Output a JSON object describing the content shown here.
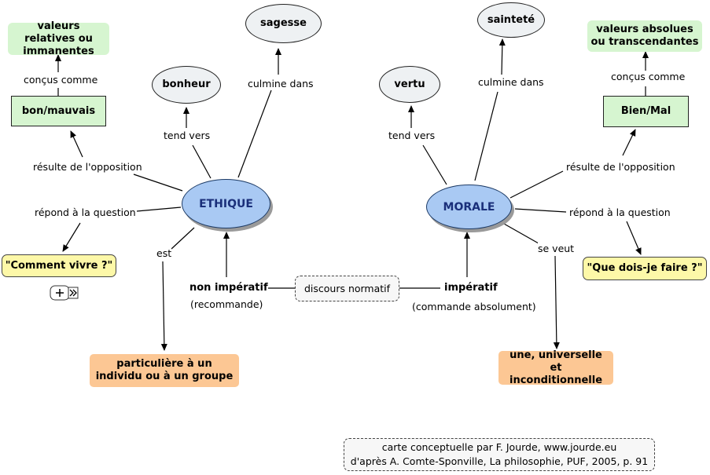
{
  "nodes": {
    "ethique": "ETHIQUE",
    "morale": "MORALE",
    "bonheur": "bonheur",
    "sagesse": "sagesse",
    "vertu": "vertu",
    "saintete": "sainteté",
    "valeurs_relatives": "valeurs relatives ou immanentes",
    "bon_mauvais": "bon/mauvais",
    "valeurs_absolues": "valeurs absolues ou transcendantes",
    "bien_mal": "Bien/Mal",
    "comment_vivre": "\"Comment vivre ?\"",
    "que_dois_je": "\"Que dois-je faire ?\"",
    "particuliere": "particulière à un individu ou à un groupe",
    "universelle": "une, universelle et inconditionnelle",
    "discours": "discours normatif",
    "credit_line1": "carte conceptuelle par F. Jourde, www.jourde.eu",
    "credit_line2": "d'après A. Comte-Sponville, La philosophie, PUF, 2005, p. 91"
  },
  "labels": {
    "concus_left": "conçus comme",
    "concus_right": "conçus comme",
    "resulte_left": "résulte de l'opposition",
    "resulte_right": "résulte de l'opposition",
    "repond_left": "répond à la question",
    "repond_right": "répond à la question",
    "tend_left": "tend vers",
    "tend_right": "tend vers",
    "culmine_left": "culmine dans",
    "culmine_right": "culmine dans",
    "est": "est",
    "se_veut": "se veut",
    "non_imperatif": "non impératif",
    "recommande": "(recommande)",
    "imperatif": "impératif",
    "commande": "(commande absolument)"
  },
  "expander_icons": [
    "plus-icon",
    "double-chevron-right-icon"
  ]
}
